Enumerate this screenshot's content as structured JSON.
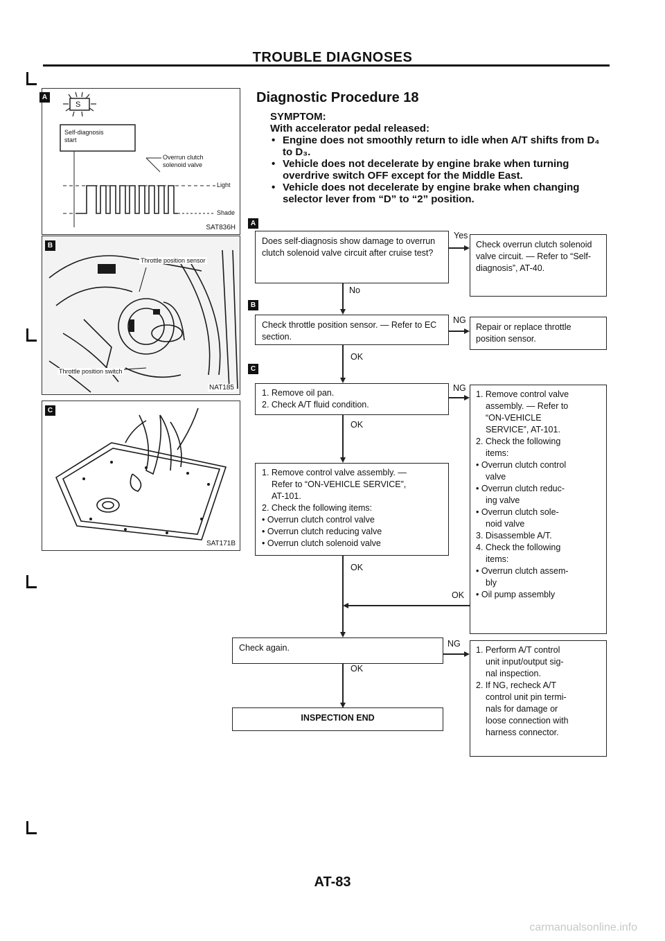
{
  "header": {
    "title": "TROUBLE DIAGNOSES"
  },
  "figures": {
    "a": {
      "badge": "A",
      "s_label": "S",
      "self_diag": "Self-diagnosis start",
      "overrun": "Overrun clutch solenoid valve",
      "light": "Light",
      "shade": "Shade",
      "code": "SAT836H"
    },
    "b": {
      "badge": "B",
      "tps_sensor": "Throttle position sensor",
      "tps_switch": "Throttle position switch",
      "code": "NAT185"
    },
    "c": {
      "badge": "C",
      "code": "SAT171B"
    }
  },
  "procedure": {
    "title": "Diagnostic Procedure 18",
    "symptom_label": "SYMPTOM:",
    "intro": "With accelerator pedal released:",
    "bullets": [
      "Engine does not smoothly return to idle when A/T shifts from D₄ to D₃.",
      "Vehicle does not decelerate by engine brake when turning overdrive switch OFF except for the Middle East.",
      "Vehicle does not decelerate by engine brake when changing selector lever from “D” to “2” position."
    ]
  },
  "flow": {
    "badge_a": "A",
    "badge_b": "B",
    "badge_c": "C",
    "step1": "Does self-diagnosis show damage to overrun clutch solenoid valve circuit after cruise test?",
    "step1_yes": "Yes",
    "step1_no": "No",
    "step1_right": "Check overrun clutch solenoid valve circuit. — Refer to “Self-diagnosis”, AT-40.",
    "step2": "Check throttle position sensor. — Refer to EC section.",
    "step2_ng": "NG",
    "step2_ok": "OK",
    "step2_right": "Repair or replace throttle position sensor.",
    "step3_lines": [
      "1. Remove oil pan.",
      "2. Check A/T fluid condition."
    ],
    "step3_ng": "NG",
    "step3_ok": "OK",
    "step3_right": [
      "1. Remove control valve",
      "assembly. — Refer to",
      "“ON-VEHICLE",
      "SERVICE”, AT-101.",
      "2. Check the following",
      "items:",
      "• Overrun clutch control",
      "valve",
      "• Overrun clutch reduc-",
      "ing valve",
      "• Overrun clutch sole-",
      "noid valve",
      "3. Disassemble A/T.",
      "4. Check the following",
      "items:",
      "• Overrun clutch assem-",
      "bly",
      "• Oil pump assembly"
    ],
    "step4_lines": [
      "1. Remove control valve assembly. —",
      "Refer to “ON-VEHICLE SERVICE”,",
      "AT-101.",
      "2. Check the following items:",
      "• Overrun clutch control valve",
      "• Overrun clutch reducing valve",
      "• Overrun clutch solenoid valve"
    ],
    "step4_ok": "OK",
    "merge_ok": "OK",
    "step5": "Check again.",
    "step5_ng": "NG",
    "step5_ok": "OK",
    "step5_right": [
      "1. Perform A/T control",
      "unit input/output sig-",
      "nal inspection.",
      "2. If NG, recheck A/T",
      "control unit pin termi-",
      "nals for damage or",
      "loose connection with",
      "harness connector."
    ],
    "end": "INSPECTION END"
  },
  "footer": {
    "page": "AT-83"
  },
  "watermark": "carmanualsonline.info"
}
